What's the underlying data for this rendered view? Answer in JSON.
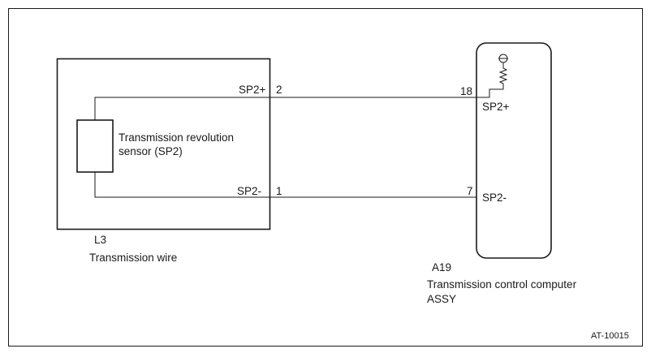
{
  "sensor": {
    "name_line1": "Transmission revolution",
    "name_line2": "sensor (SP2)"
  },
  "connector_l3": {
    "code": "L3",
    "name": "Transmission wire",
    "pins": [
      {
        "signal": "SP2+",
        "pin": "2"
      },
      {
        "signal": "SP2-",
        "pin": "1"
      }
    ]
  },
  "connector_a19": {
    "code": "A19",
    "name_line1": "Transmission control computer",
    "name_line2": "ASSY",
    "pins": [
      {
        "signal": "SP2+",
        "pin": "18"
      },
      {
        "signal": "SP2-",
        "pin": "7"
      }
    ]
  },
  "figure_ref": "AT-10015",
  "colors": {
    "line": "#1a1a1a",
    "background": "#ffffff"
  }
}
